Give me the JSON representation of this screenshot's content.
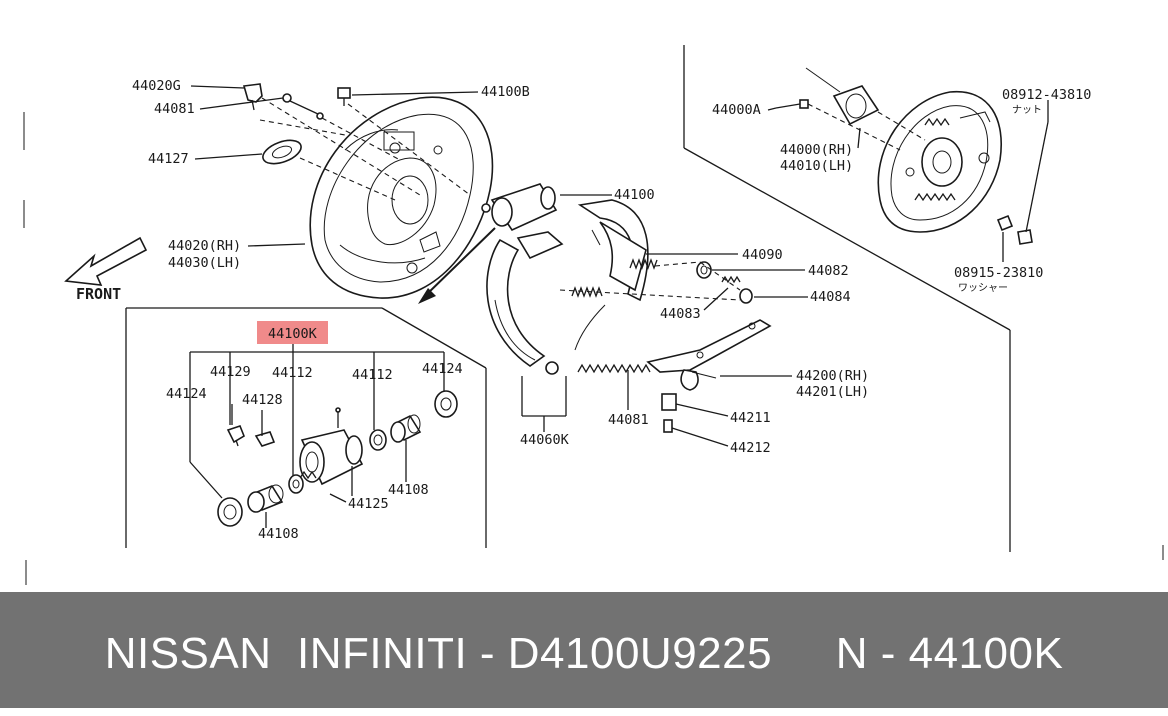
{
  "diagram": {
    "front_label": "FRONT",
    "highlight_color": "#f08a8a",
    "labels": {
      "p44020g": "44020G",
      "p44081": "44081",
      "p44127": "44127",
      "p44020": "44020(RH)",
      "p44030": "44030(LH)",
      "p44100b": "44100B",
      "p44100": "44100",
      "p44090": "44090",
      "p44082": "44082",
      "p44083": "44083",
      "p44084": "44084",
      "p44000a": "44000A",
      "p44000": "44000(RH)",
      "p44010": "44010(LH)",
      "p08912": "08912-43810",
      "p08912_sub": "ナット",
      "p08915": "08915-23810",
      "p08915_sub": "ワッシャー",
      "p44200": "44200(RH)",
      "p44201": "44201(LH)",
      "p44211": "44211",
      "p44212": "44212",
      "p44081b": "44081",
      "p44060k": "44060K",
      "p44100k": "44100K",
      "p44129": "44129",
      "p44112a": "44112",
      "p44112b": "44112",
      "p44124a": "44124",
      "p44124b": "44124",
      "p44128": "44128",
      "p44125": "44125",
      "p44108a": "44108",
      "p44108b": "44108"
    }
  },
  "footer": {
    "text": "NISSAN  INFINITI - D4100U9225     N - 44100K",
    "background": "#727272"
  }
}
